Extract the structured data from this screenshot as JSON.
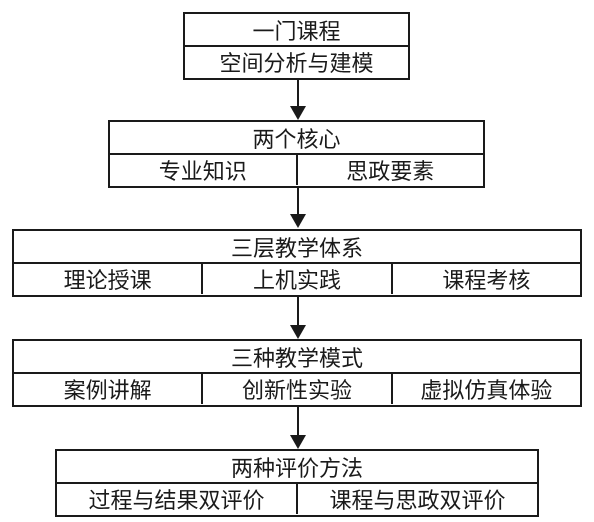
{
  "blocks": [
    {
      "title": "一门课程",
      "items": [
        "空间分析与建模"
      ]
    },
    {
      "title": "两个核心",
      "items": [
        "专业知识",
        "思政要素"
      ]
    },
    {
      "title": "三层教学体系",
      "items": [
        "理论授课",
        "上机实践",
        "课程考核"
      ]
    },
    {
      "title": "三种教学模式",
      "items": [
        "案例讲解",
        "创新性实验",
        "虚拟仿真体验"
      ]
    },
    {
      "title": "两种评价方法",
      "items": [
        "过程与结果双评价",
        "课程与思政双评价"
      ]
    }
  ]
}
